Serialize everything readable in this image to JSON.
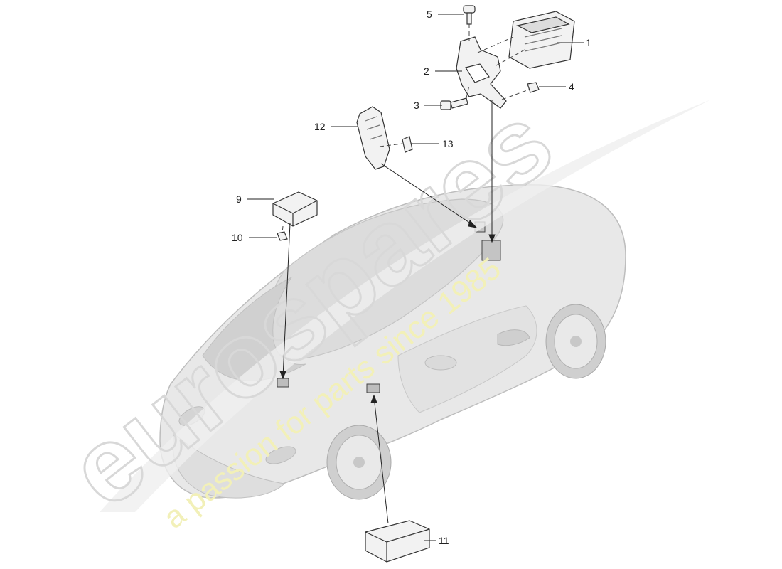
{
  "watermark": {
    "brand": "eurospares",
    "tagline": "a passion for parts since 1985"
  },
  "callouts": [
    {
      "id": "p1",
      "label": "1"
    },
    {
      "id": "p2",
      "label": "2"
    },
    {
      "id": "p3",
      "label": "3"
    },
    {
      "id": "p4",
      "label": "4"
    },
    {
      "id": "p5",
      "label": "5"
    },
    {
      "id": "p9",
      "label": "9"
    },
    {
      "id": "p10",
      "label": "10"
    },
    {
      "id": "p11",
      "label": "11"
    },
    {
      "id": "p12",
      "label": "12"
    },
    {
      "id": "p13",
      "label": "13"
    }
  ],
  "colors": {
    "car_body": "#e6e6e6",
    "car_outline": "#bdbdbd",
    "part_fill": "#f2f2f2",
    "part_outline": "#333333",
    "leader": "#222222",
    "watermark_logo": "#d8d8d8",
    "watermark_tagline": "#f2f0b8"
  }
}
